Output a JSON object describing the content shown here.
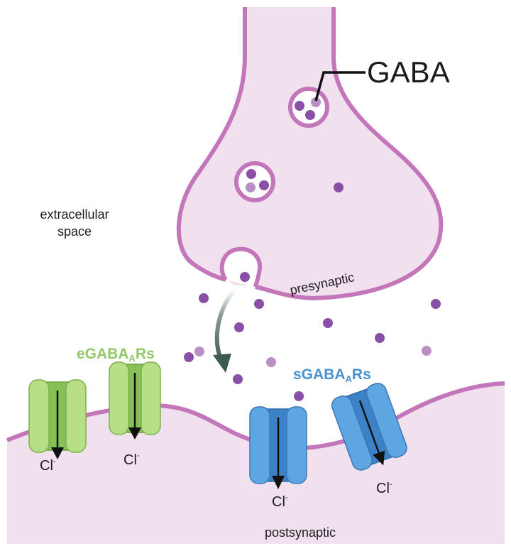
{
  "diagram": {
    "title": "GABAergic synapse with synaptic and extrasynaptic GABA-A receptors",
    "colors": {
      "membrane": "#c476bb",
      "cytoplasm": "#f1e1ef",
      "gaba_dark": "#8a4fa6",
      "gaba_light": "#b98fc4",
      "green_receptor_outer": "#b7df86",
      "green_receptor_inner": "#87c056",
      "green_label": "#93c86a",
      "blue_receptor_outer": "#5ea6e2",
      "blue_receptor_inner": "#3d82c6",
      "blue_label": "#4a91cf",
      "release_arrow": "#3e5b52",
      "ion_arrow": "#111111",
      "text": "#1b1b1f"
    },
    "labels": {
      "gaba": "GABA",
      "extracellular_line1": "extracellular",
      "extracellular_line2": "space",
      "presynaptic": "presynaptic",
      "postsynaptic": "postsynaptic",
      "egaba_prefix": "eGABA",
      "egaba_sub": "A",
      "egaba_suffix": "Rs",
      "sgaba_prefix": "sGABA",
      "sgaba_sub": "A",
      "sgaba_suffix": "Rs",
      "ion": "Cl",
      "ion_charge": "-"
    },
    "components": {
      "presynaptic_terminal": "presynaptic neuron terminal containing GABA vesicles",
      "vesicles": [
        "vesicle with 3 GABA (labeled)",
        "vesicle with 3 GABA",
        "fusing vesicle releasing GABA"
      ],
      "extrasynaptic_receptors": [
        "eGABAAR 1",
        "eGABAAR 2"
      ],
      "synaptic_receptors": [
        "sGABAAR 1",
        "sGABAAR 2 (tilted)"
      ],
      "ion_flow": [
        "Cl- influx",
        "Cl- influx",
        "Cl- influx",
        "Cl- influx"
      ]
    }
  }
}
